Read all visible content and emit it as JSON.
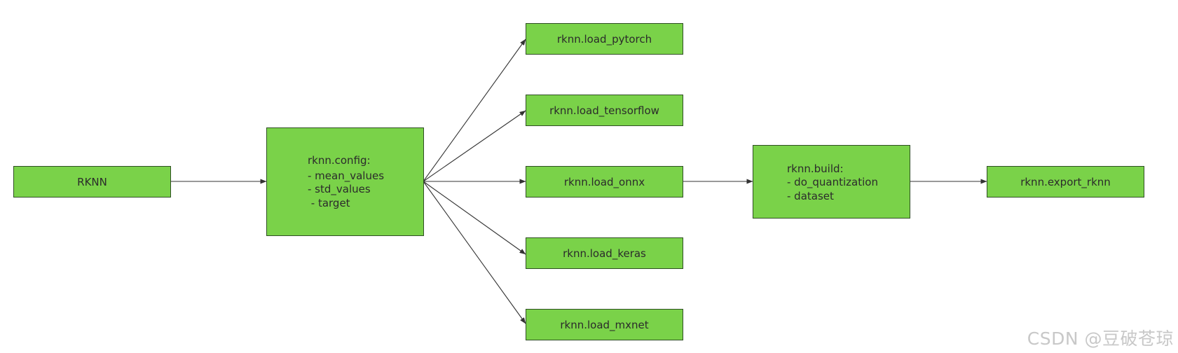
{
  "diagram": {
    "nodes": {
      "rknn": {
        "lines": [
          "RKNN"
        ]
      },
      "config": {
        "lines": [
          "rknn.config:",
          "- mean_values",
          "- std_values",
          " - target"
        ]
      },
      "load_pytorch": {
        "lines": [
          "rknn.load_pytorch"
        ]
      },
      "load_tensorflow": {
        "lines": [
          "rknn.load_tensorflow"
        ]
      },
      "load_onnx": {
        "lines": [
          "rknn.load_onnx"
        ]
      },
      "load_keras": {
        "lines": [
          "rknn.load_keras"
        ]
      },
      "load_mxnet": {
        "lines": [
          "rknn.load_mxnet"
        ]
      },
      "build": {
        "lines": [
          "rknn.build:",
          "- do_quantization",
          "- dataset"
        ]
      },
      "export": {
        "lines": [
          "rknn.export_rknn"
        ]
      }
    },
    "edges": [
      {
        "from": "rknn",
        "to": "config"
      },
      {
        "from": "config",
        "to": "load_pytorch"
      },
      {
        "from": "config",
        "to": "load_tensorflow"
      },
      {
        "from": "config",
        "to": "load_onnx"
      },
      {
        "from": "config",
        "to": "load_keras"
      },
      {
        "from": "config",
        "to": "load_mxnet"
      },
      {
        "from": "load_onnx",
        "to": "build"
      },
      {
        "from": "build",
        "to": "export"
      }
    ],
    "colors": {
      "node_fill": "#7ad249",
      "node_stroke": "#2f4f24",
      "edge": "#333333",
      "text": "#2b2b2b"
    }
  },
  "watermark": {
    "text": "CSDN @豆破苍琼"
  }
}
